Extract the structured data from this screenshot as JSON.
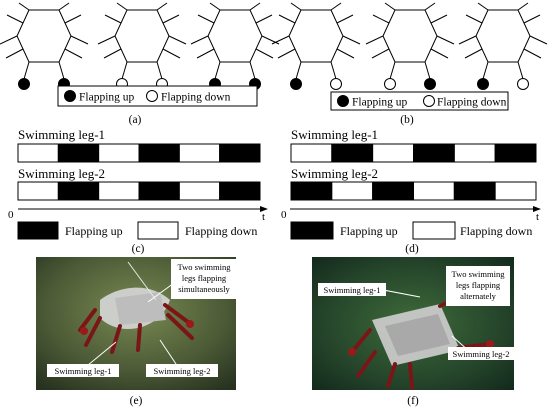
{
  "panels": {
    "a": {
      "label": "(a)",
      "legend": {
        "up": "Flapping up",
        "down": "Flapping down"
      },
      "robots": [
        {
          "leg1": "up",
          "leg2": "up"
        },
        {
          "leg1": "down",
          "leg2": "down"
        },
        {
          "leg1": "up",
          "leg2": "up"
        }
      ]
    },
    "b": {
      "label": "(b)",
      "legend": {
        "up": "Flapping up",
        "down": "Flapping down"
      },
      "robots": [
        {
          "leg1": "up",
          "leg2": "down"
        },
        {
          "leg1": "down",
          "leg2": "up"
        },
        {
          "leg1": "up",
          "leg2": "down"
        }
      ]
    },
    "c": {
      "label": "(c)",
      "rows": [
        {
          "name": "Swimming leg-1",
          "pattern": [
            0,
            1,
            0,
            1,
            0,
            1
          ]
        },
        {
          "name": "Swimming leg-2",
          "pattern": [
            0,
            1,
            0,
            1,
            0,
            1
          ]
        }
      ],
      "axis": {
        "origin": "0",
        "end": "t"
      },
      "legend": {
        "up": "Flapping up",
        "down": "Flapping down"
      }
    },
    "d": {
      "label": "(d)",
      "rows": [
        {
          "name": "Swimming leg-1",
          "pattern": [
            0,
            1,
            0,
            1,
            0,
            1
          ]
        },
        {
          "name": "Swimming leg-2",
          "pattern": [
            1,
            0,
            1,
            0,
            1,
            0
          ]
        }
      ],
      "axis": {
        "origin": "0",
        "end": "t"
      },
      "legend": {
        "up": "Flapping up",
        "down": "Flapping down"
      }
    },
    "e": {
      "label": "(e)",
      "callout_top": [
        "Two swimming",
        "legs flapping",
        "simultaneously"
      ],
      "leg1": "Swimming leg-1",
      "leg2": "Swimming leg-2"
    },
    "f": {
      "label": "(f)",
      "callout_top": [
        "Two swimming",
        "legs flapping",
        "alternately"
      ],
      "leg1": "Swimming leg-1",
      "leg2": "Swimming leg-2"
    }
  },
  "colors": {
    "up": "#000000",
    "down": "#ffffff"
  }
}
